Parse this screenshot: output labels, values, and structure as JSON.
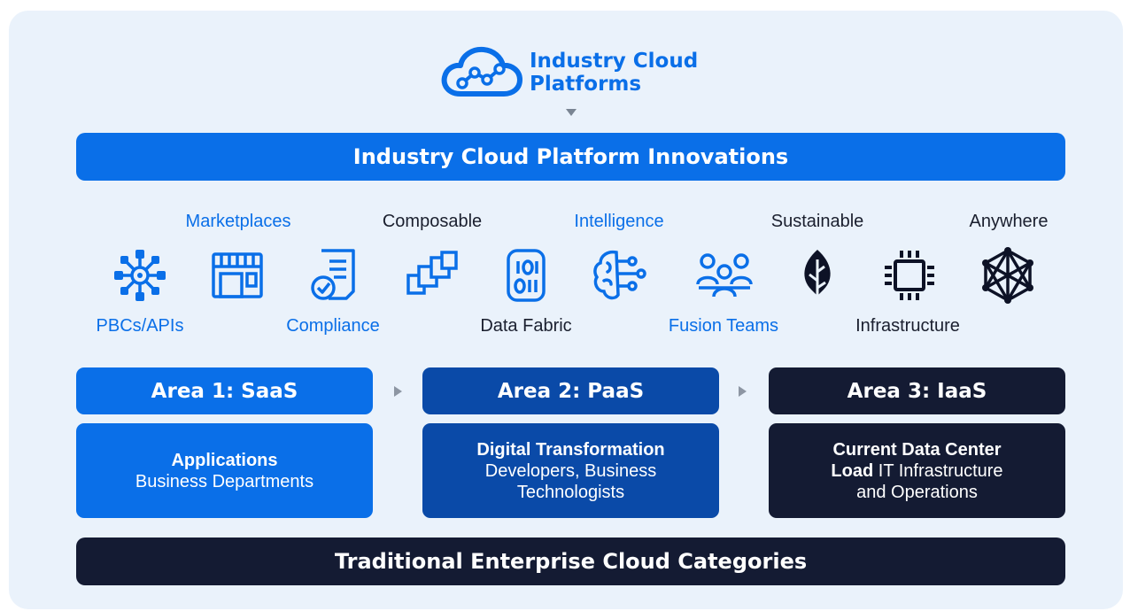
{
  "header": {
    "title_line1": "Industry Cloud",
    "title_line2": "Platforms",
    "logo_icon": "cloud-network-icon"
  },
  "innovations_bar": "Industry Cloud Platform Innovations",
  "top_labels": [
    "Marketplaces",
    "Composable",
    "Intelligence",
    "Sustainable",
    "Anywhere"
  ],
  "bottom_labels": [
    "PBCs/APIs",
    "Compliance",
    "Data Fabric",
    "Fusion Teams",
    "Infrastructure"
  ],
  "icons": [
    "api-network-icon",
    "storefront-icon",
    "compliance-document-icon",
    "composable-blocks-icon",
    "database-icon",
    "brain-circuit-icon",
    "team-icon",
    "leaf-icon",
    "chip-icon",
    "mesh-network-icon"
  ],
  "areas": [
    {
      "title": "Area 1: SaaS",
      "body_bold": "Applications",
      "body_rest": "Business Departments"
    },
    {
      "title": "Area 2: PaaS",
      "body_bold": "Digital Transformation",
      "body_rest": "Developers, Business Technologists"
    },
    {
      "title": "Area 3: IaaS",
      "body_bold": "Current Data Center Load",
      "body_rest": "IT Infrastructure and Operations"
    }
  ],
  "footer_bar": "Traditional Enterprise Cloud Categories",
  "colors": {
    "primary_blue": "#0a6fe8",
    "mid_blue": "#0a4aa8",
    "navy": "#141b33",
    "panel": "#eaf2fb"
  }
}
